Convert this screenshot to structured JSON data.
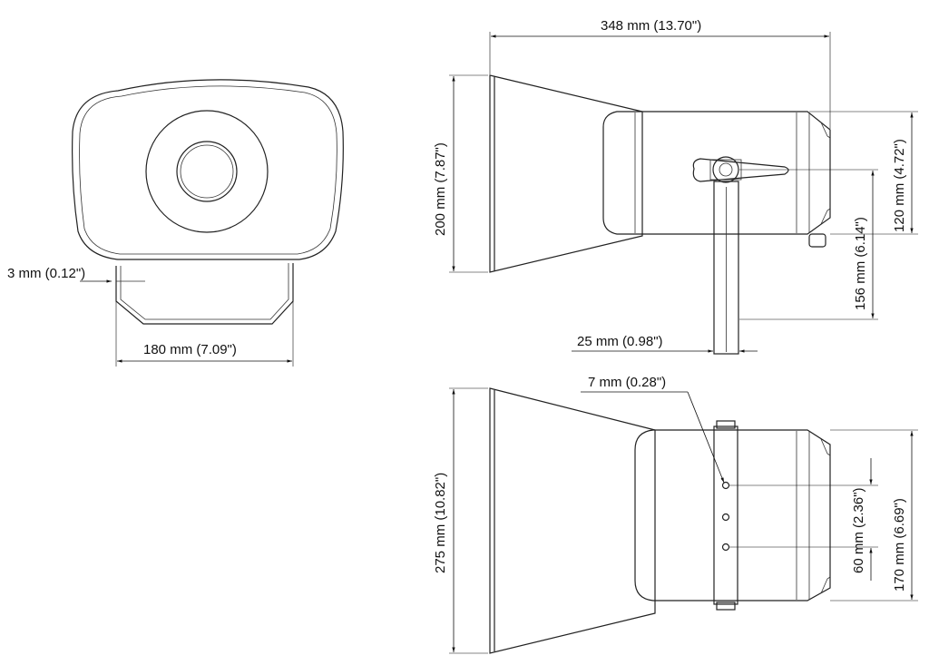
{
  "dimensions": {
    "front_gap": "3 mm (0.12\")",
    "front_width": "180 mm (7.09\")",
    "side_length": "348 mm (13.70\")",
    "side_height": "200 mm (7.87\")",
    "side_body_height": "120 mm (4.72\")",
    "side_bracket_height": "156 mm (6.14\")",
    "side_bracket_width": "25 mm (0.98\")",
    "top_hole_diameter": "7 mm (0.28\")",
    "top_width": "275 mm (10.82\")",
    "top_hole_spacing": "60 mm (2.36\")",
    "top_body_width": "170 mm (6.69\")"
  }
}
